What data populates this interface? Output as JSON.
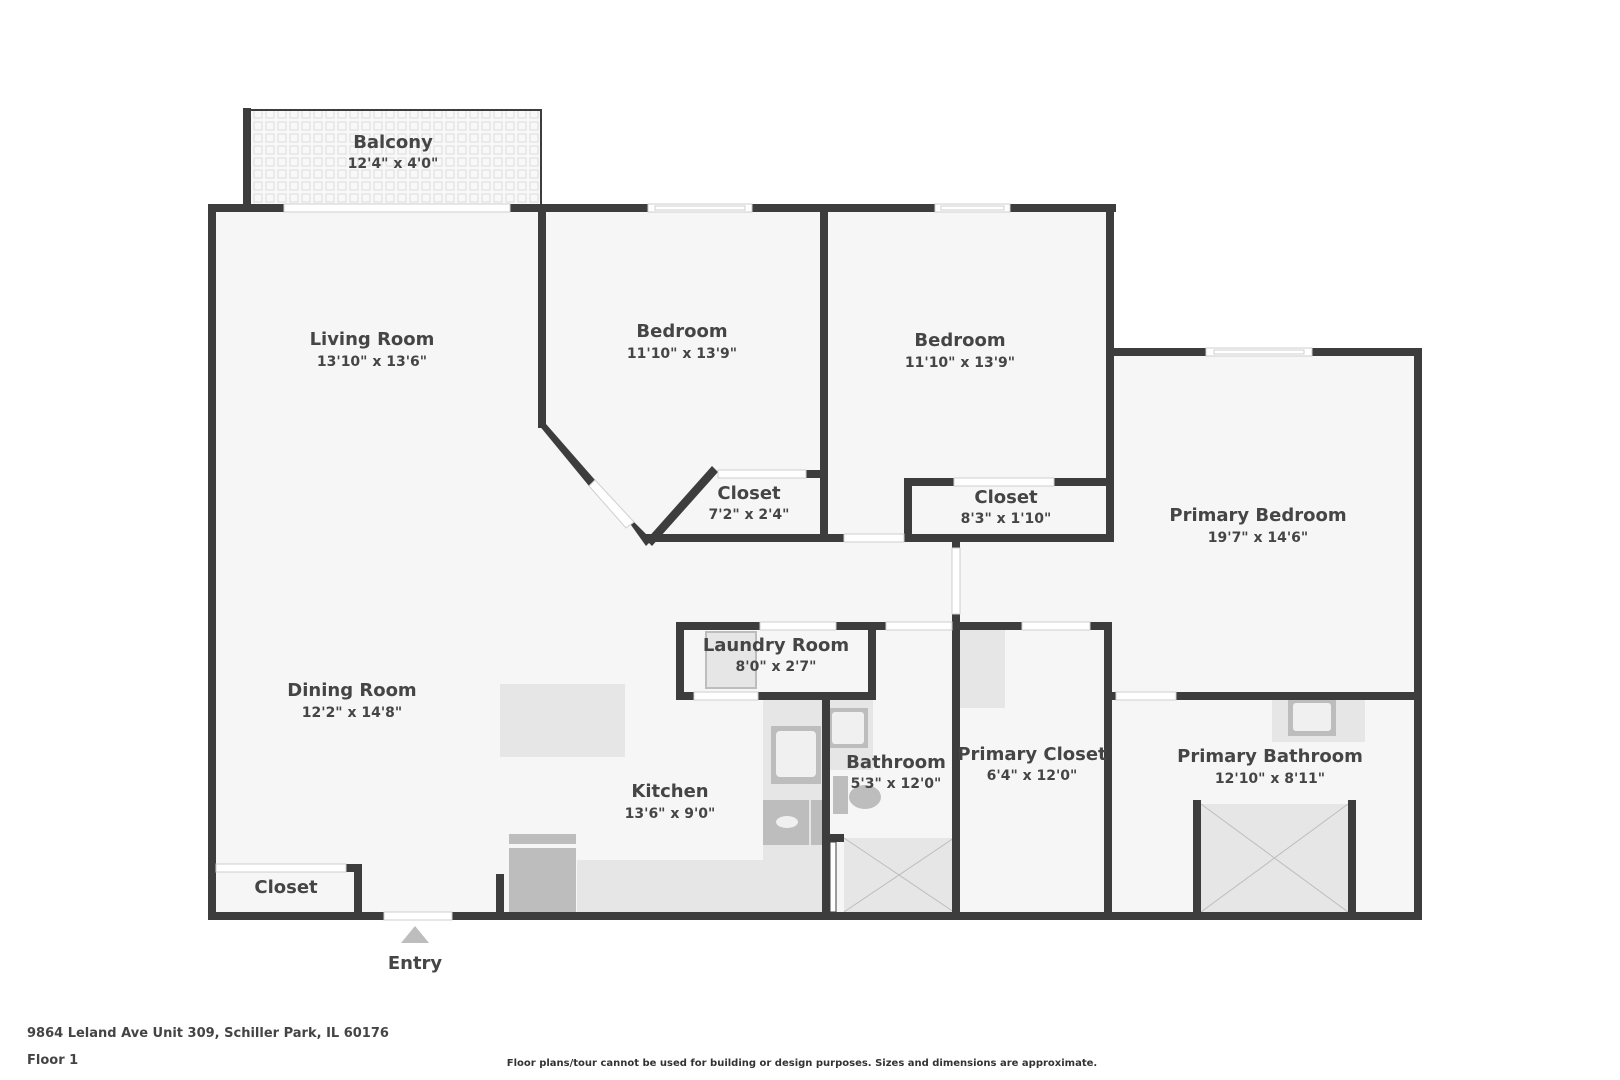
{
  "plan": {
    "floor_label": "Floor 1",
    "address": "9864 Leland Ave Unit 309, Schiller Park, IL 60176",
    "disclaimer": "Floor plans/tour cannot be used for building or design purposes. Sizes and dimensions are approximate.",
    "entry_label": "Entry",
    "colors": {
      "wall": "#3d3d3d",
      "floor": "#f6f6f6",
      "fixture": "#e6e6e6",
      "fixture_dark": "#bdbdbd",
      "text": "#454545"
    }
  },
  "rooms": {
    "balcony": {
      "name": "Balcony",
      "dim": "12'4\" x 4'0\""
    },
    "living": {
      "name": "Living Room",
      "dim": "13'10\" x 13'6\""
    },
    "bedroom1": {
      "name": "Bedroom",
      "dim": "11'10\" x 13'9\""
    },
    "bedroom2": {
      "name": "Bedroom",
      "dim": "11'10\" x 13'9\""
    },
    "closet1": {
      "name": "Closet",
      "dim": "7'2\" x 2'4\""
    },
    "closet2": {
      "name": "Closet",
      "dim": "8'3\" x 1'10\""
    },
    "primary_bedroom": {
      "name": "Primary Bedroom",
      "dim": "19'7\" x 14'6\""
    },
    "dining": {
      "name": "Dining Room",
      "dim": "12'2\" x 14'8\""
    },
    "laundry": {
      "name": "Laundry Room",
      "dim": "8'0\" x 2'7\""
    },
    "kitchen": {
      "name": "Kitchen",
      "dim": "13'6\" x 9'0\""
    },
    "bathroom": {
      "name": "Bathroom",
      "dim": "5'3\" x 12'0\""
    },
    "primary_closet": {
      "name": "Primary Closet",
      "dim": "6'4\" x 12'0\""
    },
    "primary_bathroom": {
      "name": "Primary Bathroom",
      "dim": "12'10\" x 8'11\""
    },
    "entry_closet": {
      "name": "Closet"
    }
  }
}
